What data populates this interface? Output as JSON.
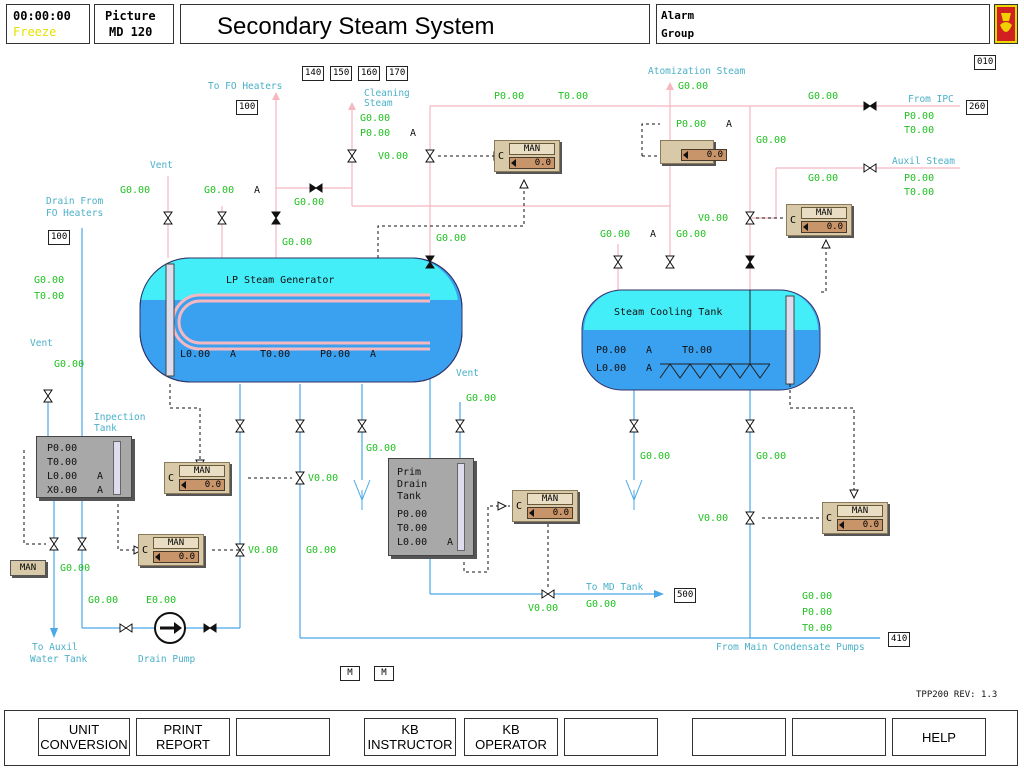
{
  "header": {
    "clock": "00:00:00",
    "freeze": "Freeze",
    "picture_label": "Picture",
    "picture_id": "MD 120",
    "title": "Secondary Steam System",
    "alarm_label": "Alarm",
    "group_label": "Group",
    "page_code": "010"
  },
  "colors": {
    "ok_green": "#22c022",
    "pipe_cyan": "#4ab0c8",
    "steam_pink": "#f4b8c0",
    "water_blue": "#4aa8e8",
    "steam_cyan": "#44eef8",
    "controller": "#d8caa8"
  },
  "page_tags": {
    "t140": "140",
    "t150": "150",
    "t160": "160",
    "t170": "170",
    "t100a": "100",
    "t100b": "100",
    "t260": "260",
    "t500": "500",
    "t410": "410"
  },
  "pipe_labels": {
    "to_fo_heaters": "To FO Heaters",
    "cleaning": "Cleaning",
    "steam": "Steam",
    "atomization": "Atomization Steam",
    "from_ipc": "From IPC",
    "auxil_steam": "Auxil Steam",
    "vent1": "Vent",
    "vent2": "Vent",
    "vent3": "Vent",
    "drain_from": "Drain From",
    "fo_heaters": "FO Heaters",
    "injection": "Inpection",
    "tank": "Tank",
    "to_auxil": "To Auxil",
    "water_tank": "Water Tank",
    "drain_pump": "Drain Pump",
    "to_md_tank": "To MD Tank",
    "from_main_condensate": "From Main Condensate Pumps"
  },
  "equipment": {
    "lp_steam_gen": "LP Steam Generator",
    "steam_cooling_tank": "Steam Cooling Tank",
    "prim_drain_1": "Prim",
    "prim_drain_2": "Drain",
    "prim_drain_3": "Tank"
  },
  "values": {
    "v_clean_g1": "G0.00",
    "v_clean_p": "P0.00",
    "v_clean_a": "A",
    "v_top_p": "P0.00",
    "v_top_t": "T0.00",
    "v_top_g": "G0.00",
    "v_atom_g": "G0.00",
    "v_ipc_p": "P0.00",
    "v_ipc_t": "T0.00",
    "v_aux_g": "G0.00",
    "v_aux_p": "P0.00",
    "v_aux_t": "T0.00",
    "v_v1": "V0.00",
    "v_atomp": "P0.00",
    "v_atoma": "A",
    "v_g_mid": "G0.00",
    "v_vent_g": "G0.00",
    "v_g_safety": "G0.00",
    "v_safety_a": "A",
    "v_g_fo": "G0.00",
    "v_g_gen": "G0.00",
    "v_g_drain": "G0.00",
    "v_t_drain": "T0.00",
    "v_g_vent2": "G0.00",
    "v_g_sct_mid": "G0.00",
    "v_v_sct": "V0.00",
    "v_g_sct_saf": "G0.00",
    "v_sct_saf_a": "A",
    "v_g_sct2": "G0.00",
    "v_g_gen_steam": "G0.00",
    "gen_l": "L0.00",
    "gen_la": "A",
    "gen_t": "T0.00",
    "gen_p": "P0.00",
    "gen_pa": "A",
    "sct_p": "P0.00",
    "sct_pa": "A",
    "sct_t": "T0.00",
    "sct_l": "L0.00",
    "sct_la": "A",
    "inj_p": "P0.00",
    "inj_t": "T0.00",
    "inj_l": "L0.00",
    "inj_la": "A",
    "inj_x": "X0.00",
    "inj_xa": "A",
    "prim_p": "P0.00",
    "prim_t": "T0.00",
    "prim_l": "L0.00",
    "prim_la": "A",
    "v_g_vent3": "G0.00",
    "v_g_below_gen": "G0.00",
    "v_v_gen_out": "V0.00",
    "v_g_sct_out": "G0.00",
    "v_g_sct_out2": "G0.00",
    "v_v_cond": "V0.00",
    "v_g_inj": "G0.00",
    "v_g_pump_in": "G0.00",
    "v_e_pump": "E0.00",
    "v_v_pump_ctrl": "V0.00",
    "v_g_cond_line": "G0.00",
    "v_v_md": "V0.00",
    "v_g_md": "G0.00",
    "v_cond_g": "G0.00",
    "v_cond_p": "P0.00",
    "v_cond_t": "T0.00"
  },
  "controllers": {
    "mode": "MAN",
    "c": "C",
    "value": "0.0"
  },
  "man_button": "MAN",
  "m_buttons": [
    "M",
    "M"
  ],
  "revision": "TPP200  REV: 1.3",
  "footer": {
    "unit_conversion": "UNIT\nCONVERSION",
    "print_report": "PRINT\nREPORT",
    "kb_instructor": "KB\nINSTRUCTOR",
    "kb_operator": "KB\nOPERATOR",
    "help": "HELP"
  }
}
